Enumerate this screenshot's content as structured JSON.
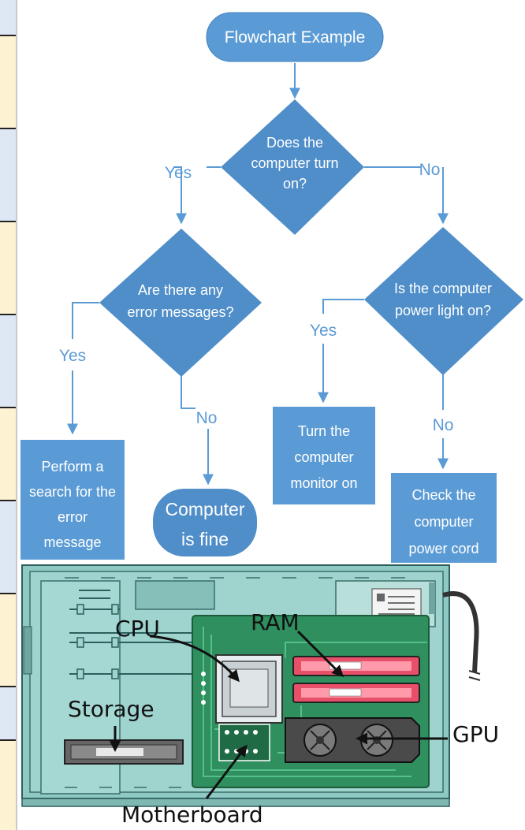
{
  "flowchart": {
    "title": "Flowchart Example",
    "q_turn_on": [
      "Does the",
      "computer turn",
      "on?"
    ],
    "q_error": [
      "Are there any",
      "error messages?"
    ],
    "q_power_light": [
      "Is the computer",
      "power light on?"
    ],
    "box_search": [
      "Perform a",
      "search for the",
      "error",
      "message"
    ],
    "box_fine": [
      "Computer",
      "is fine"
    ],
    "box_monitor": [
      "Turn the",
      "computer",
      "monitor on"
    ],
    "box_cord": [
      "Check the",
      "computer",
      "power cord"
    ],
    "label_yes_1": "Yes",
    "label_no_1": "No",
    "label_yes_2": "Yes",
    "label_no_2": "No",
    "label_yes_3": "Yes",
    "label_no_3": "No"
  },
  "pc_diagram": {
    "labels": {
      "cpu": "CPU",
      "ram": "RAM",
      "storage": "Storage",
      "gpu": "GPU",
      "motherboard": "Motherboard"
    }
  },
  "colors": {
    "flow_blue": "#5b9bd5",
    "case_teal": "#8fc9c4",
    "board_green": "#2f8f5e",
    "ram_red": "#e8506a"
  }
}
